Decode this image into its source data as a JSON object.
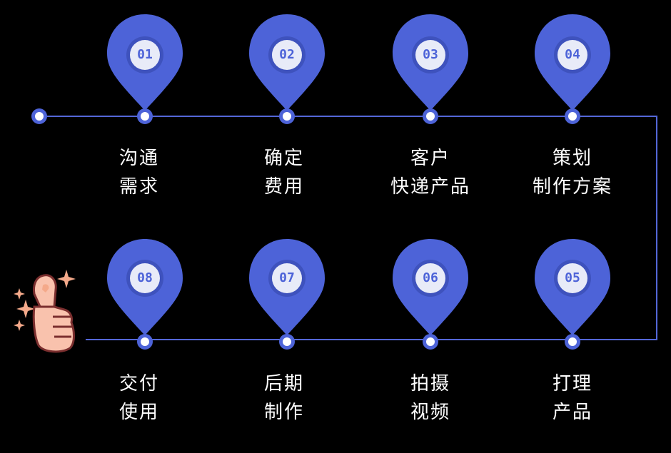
{
  "colors": {
    "pin": "#4d63d8",
    "line": "#5467d8",
    "badge_bg": "#e8ebf8",
    "text": "#ffffff",
    "thumb": "#f4a98a"
  },
  "steps": [
    {
      "num": "01",
      "line1": "沟通",
      "line2": "需求"
    },
    {
      "num": "02",
      "line1": "确定",
      "line2": "费用"
    },
    {
      "num": "03",
      "line1": "客户",
      "line2": "快递产品"
    },
    {
      "num": "04",
      "line1": "策划",
      "line2": "制作方案"
    },
    {
      "num": "05",
      "line1": "打理",
      "line2": "产品"
    },
    {
      "num": "06",
      "line1": "拍摄",
      "line2": "视频"
    },
    {
      "num": "07",
      "line1": "后期",
      "line2": "制作"
    },
    {
      "num": "08",
      "line1": "交付",
      "line2": "使用"
    }
  ],
  "decoration": {
    "icon": "thumbs-up-icon"
  }
}
